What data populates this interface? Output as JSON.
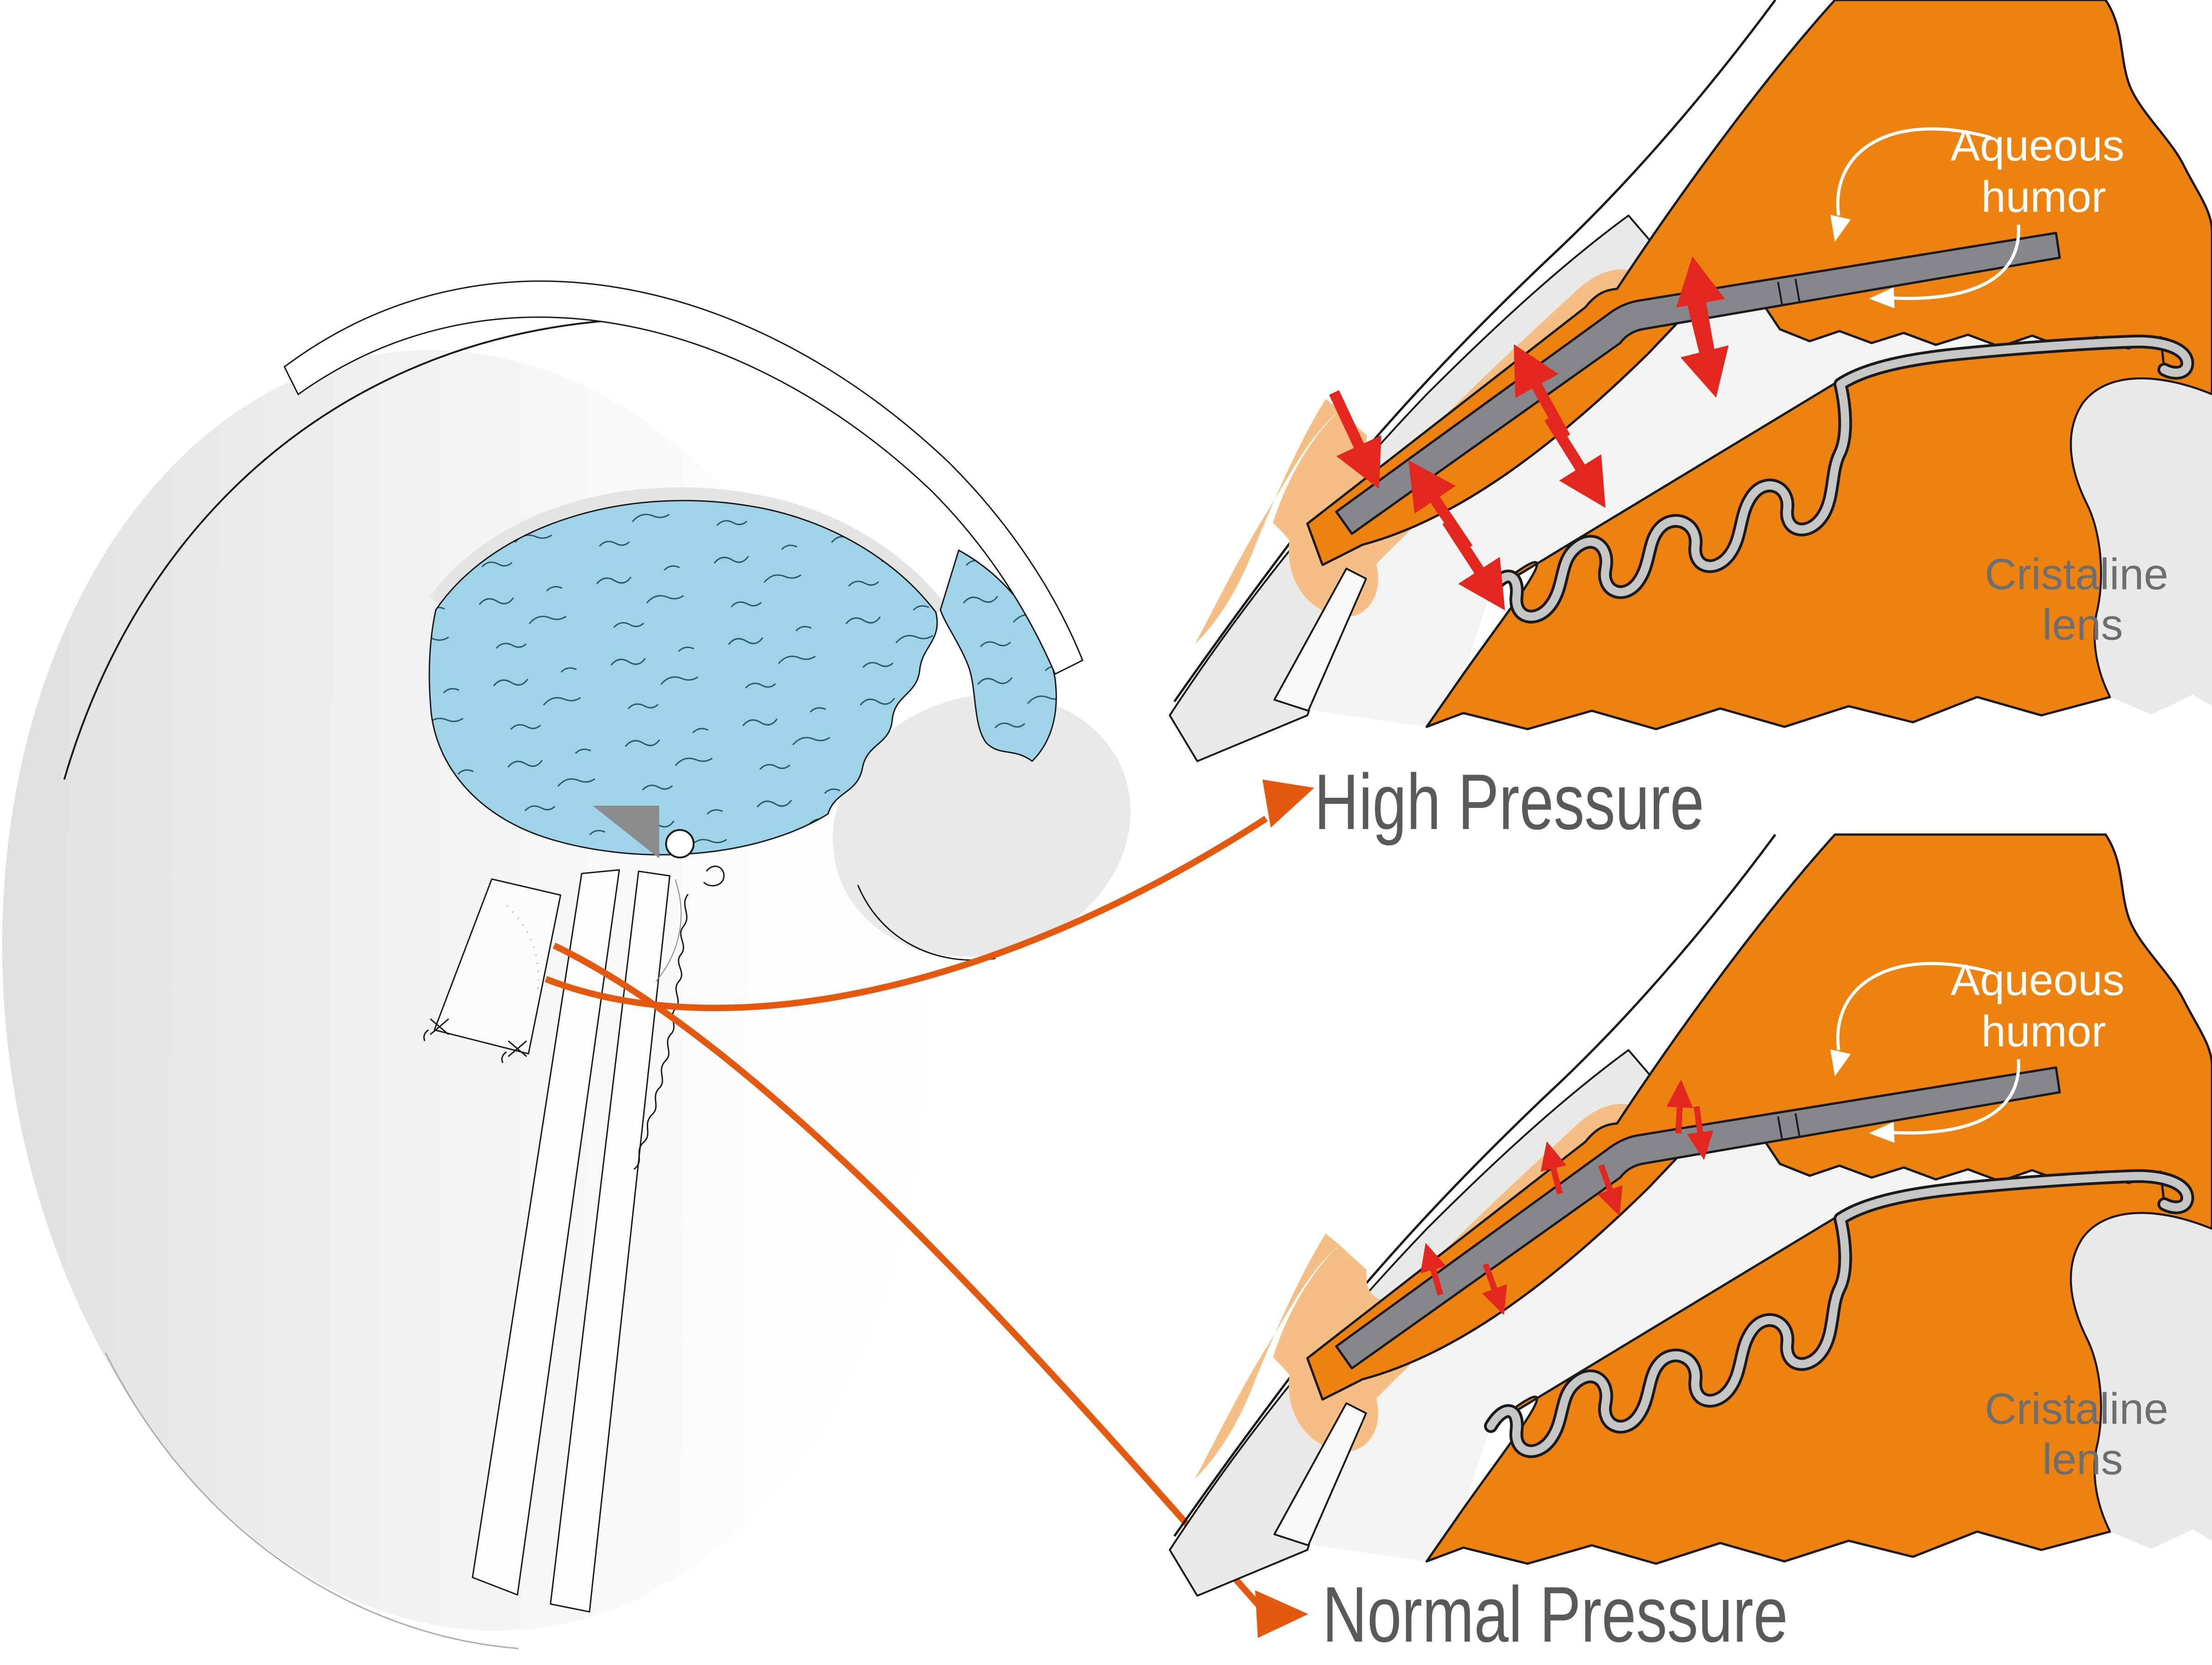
{
  "diagram": {
    "type": "medical-illustration",
    "subject": "Eye anterior chamber aqueous humor pressure comparison with angle implant",
    "panels": [
      {
        "id": "high",
        "title": "High Pressure"
      },
      {
        "id": "normal",
        "title": "Normal Pressure"
      }
    ],
    "labels": {
      "aqueous_line1": "Aqueous",
      "aqueous_line2": "humor",
      "lens_line1": "Cristaline",
      "lens_line2": "lens"
    },
    "colors": {
      "aqueous_orange": "#ED820E",
      "peach_bleb": "#F5BE85",
      "pressure_arrow_red": "#E3271E",
      "connector_orange": "#E5590F",
      "implant_gray": "#85878A",
      "title_gray": "#58595B",
      "lens_label_gray": "#6D6E70",
      "iris_blue": "#9FD4E8",
      "sclera_gray": "#E9E9E8"
    }
  }
}
